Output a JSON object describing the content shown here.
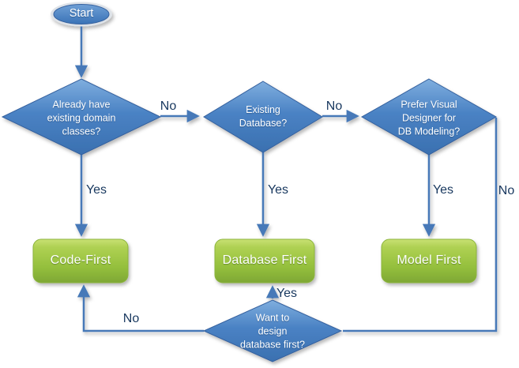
{
  "colors": {
    "node_blue": "#4A82C4",
    "node_blue_light": "#7FAEDE",
    "node_blue_dark": "#3A70B0",
    "node_green": "#9CC63E",
    "node_green_light": "#C9E175",
    "connector_blue": "#4779B8",
    "edge_label_text": "#17375E",
    "node_text": "#FFFFFF"
  },
  "nodes": {
    "start": "Start",
    "decision_domain_classes": "Already have\nexisting domain\nclasses?",
    "decision_existing_database": "Existing\nDatabase?",
    "decision_visual_designer": "Prefer Visual\nDesigner for\nDB Modeling?",
    "decision_design_db_first": "Want to\ndesign\ndatabase first?",
    "result_code_first": "Code-First",
    "result_database_first": "Database First",
    "result_model_first": "Model First"
  },
  "edge_labels": {
    "domain_classes_no": "No",
    "domain_classes_yes": "Yes",
    "existing_database_no": "No",
    "existing_database_yes": "Yes",
    "visual_designer_no": "No",
    "visual_designer_yes": "Yes",
    "design_db_first_yes": "Yes",
    "design_db_first_no": "No"
  }
}
